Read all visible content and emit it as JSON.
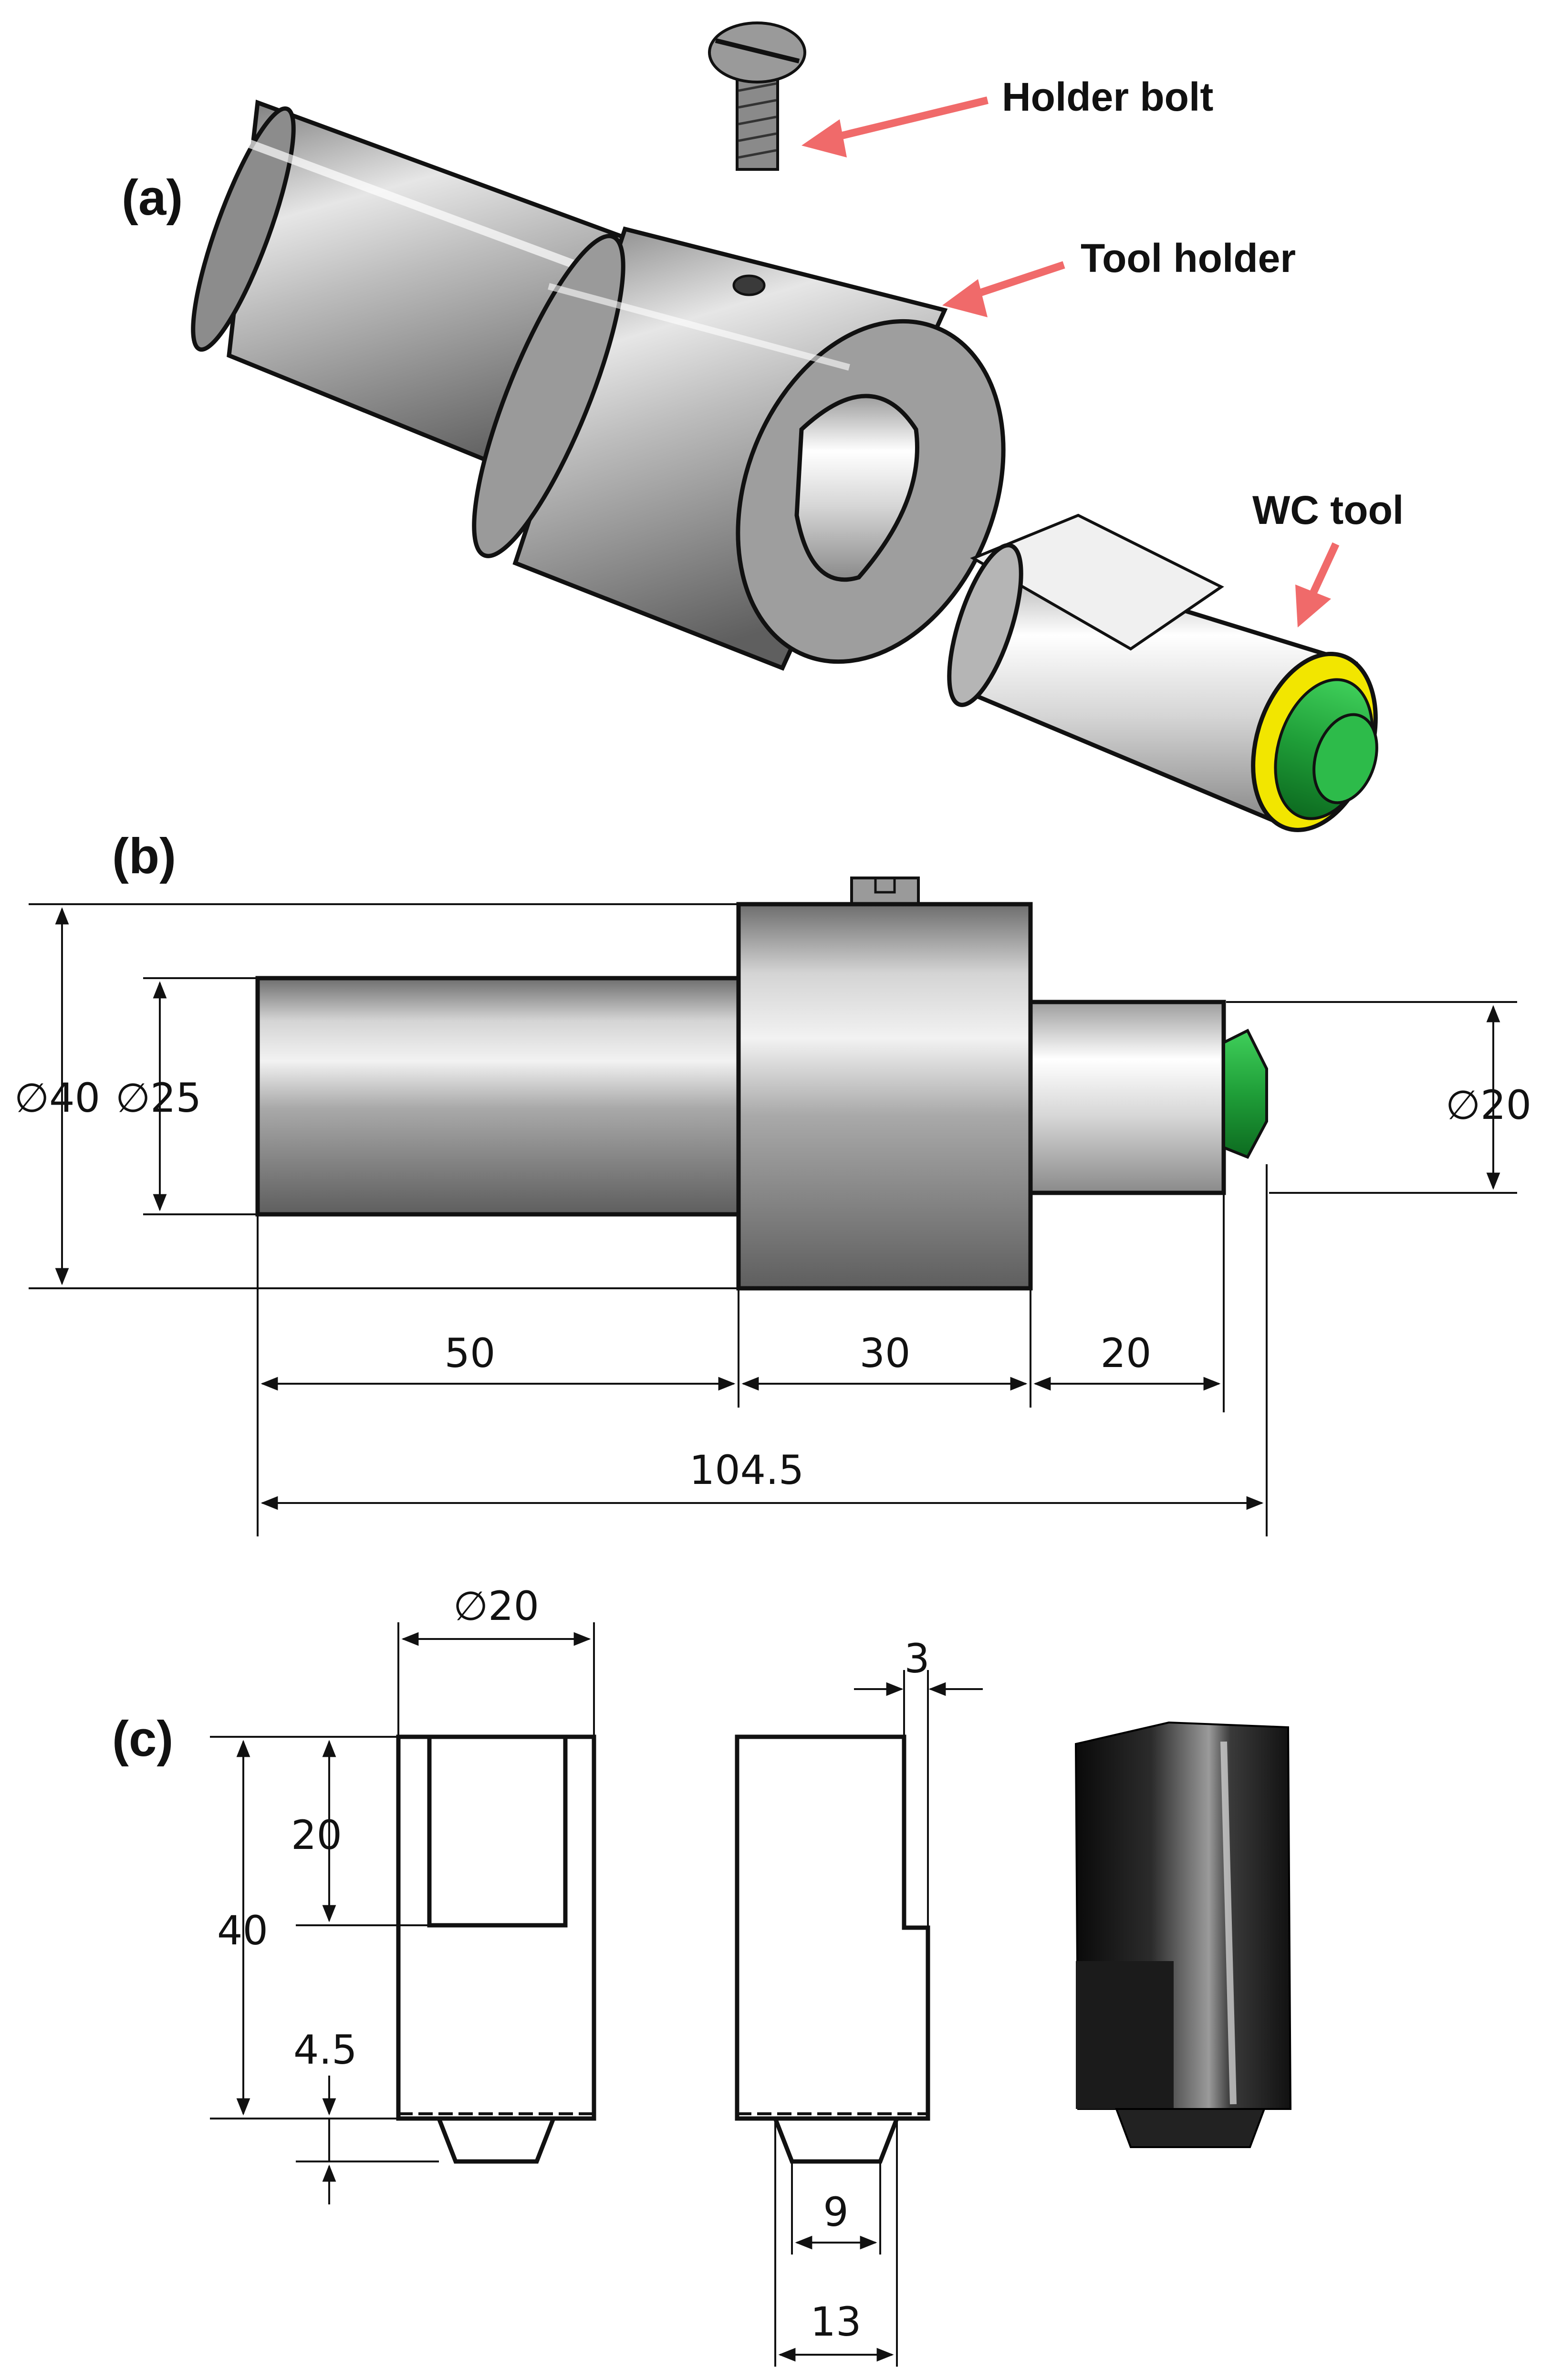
{
  "panels": {
    "a": "(a)",
    "b": "(b)",
    "c": "(c)"
  },
  "callouts": {
    "holder_bolt": "Holder bolt",
    "tool_holder": "Tool holder",
    "wc_tool": "WC tool"
  },
  "dimensions_b": {
    "dia_outer": "∅40",
    "dia_shank": "∅25",
    "dia_tool": "∅20",
    "len_shank": "50",
    "len_holder": "30",
    "len_tool": "20",
    "len_total": "104.5"
  },
  "dimensions_c": {
    "dia": "∅20",
    "flat_depth": "3",
    "flat_len": "20",
    "total_len": "40",
    "probe_len": "4.5",
    "probe_tip": "9",
    "shoulder": "13"
  },
  "colors": {
    "arrow": "#f06a6a",
    "steel": "#a8a8a8",
    "carbide_green": "#1fa23a",
    "ring_yellow": "#f2e600",
    "outline": "#111111"
  }
}
